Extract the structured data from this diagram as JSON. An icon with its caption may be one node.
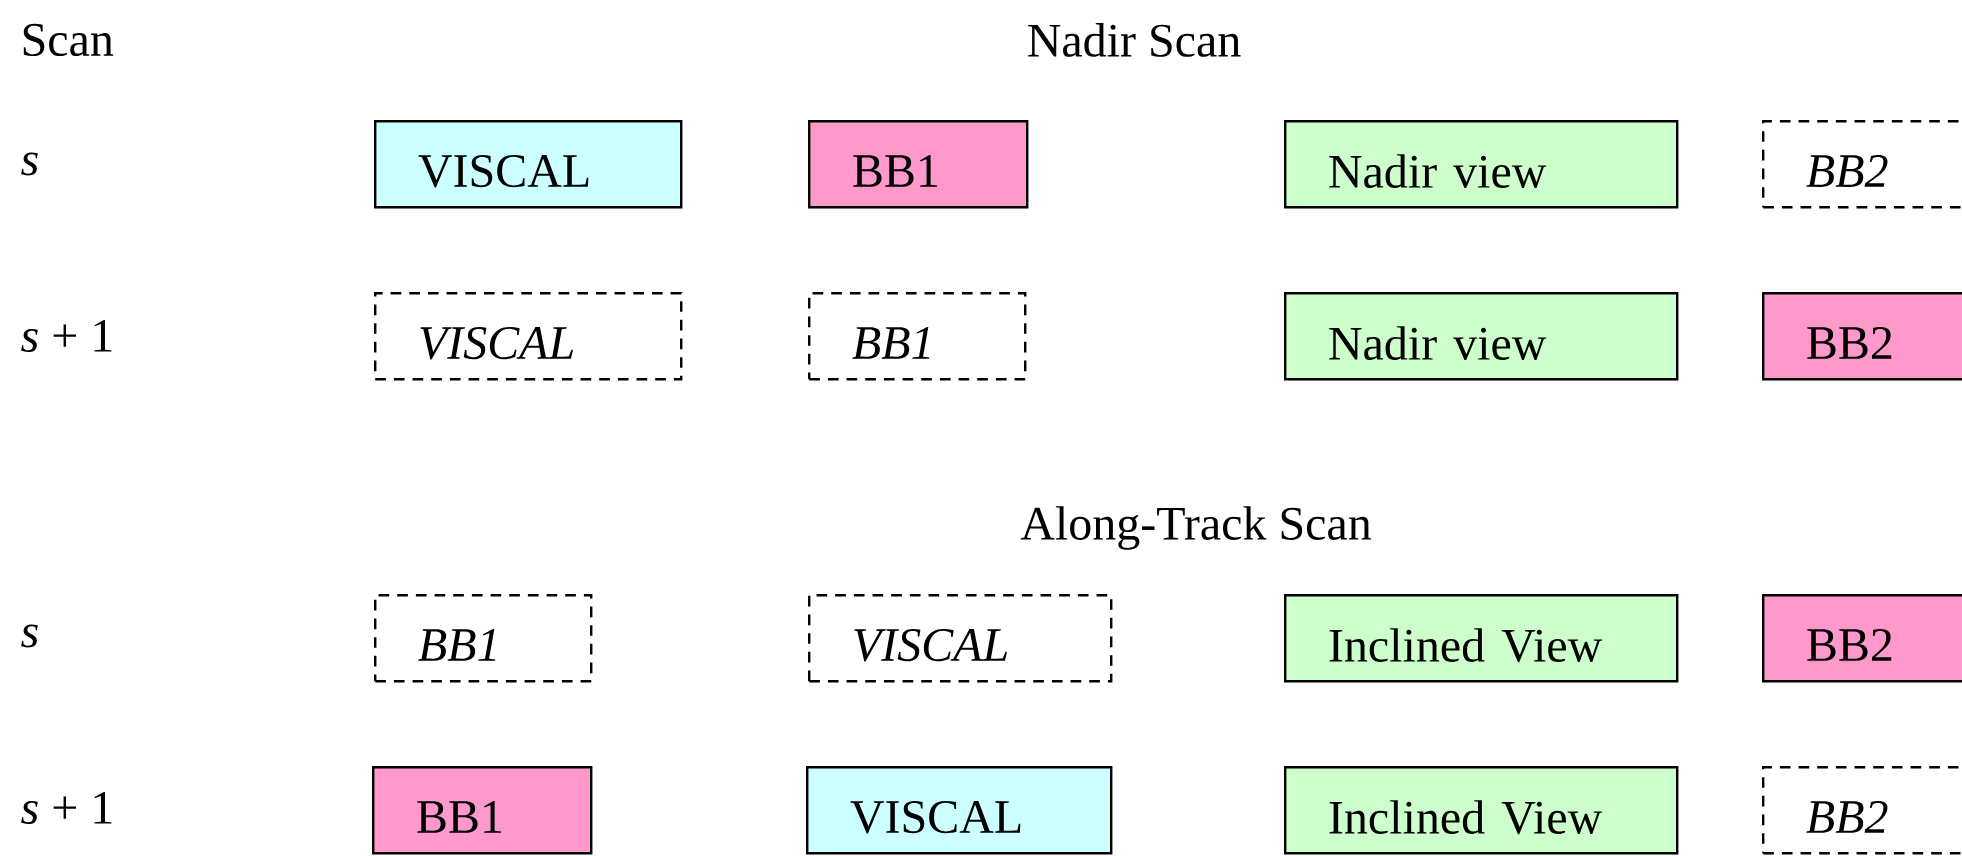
{
  "diagram": {
    "nodes": [
      {
        "text": [
          "VISCAL"
        ]
      },
      {
        "text": [
          "BB1"
        ]
      },
      {
        "text": [
          "Nadir view"
        ]
      },
      {
        "text": [
          "BB2"
        ]
      },
      {
        "text": [
          "VISCAL"
        ]
      },
      {
        "text": [
          "BB1"
        ]
      },
      {
        "text": [
          "Nadir view"
        ]
      },
      {
        "text": [
          "BB2"
        ]
      },
      {
        "text": [
          "BB1"
        ]
      },
      {
        "text": [
          "VISCAL"
        ]
      },
      {
        "text": [
          "Inclined View"
        ]
      },
      {
        "text": [
          "BB2"
        ]
      },
      {
        "text": [
          "BB1"
        ]
      },
      {
        "text": [
          "VISCAL"
        ]
      },
      {
        "text": [
          "Inclined View"
        ]
      },
      {
        "text": [
          "BB2"
        ]
      }
    ],
    "labels": [
      "Scan",
      "Nadir Scan",
      "*s*",
      "*s* + 1",
      "Along-Track Scan",
      "*s*",
      "*s* + 1"
    ]
  }
}
